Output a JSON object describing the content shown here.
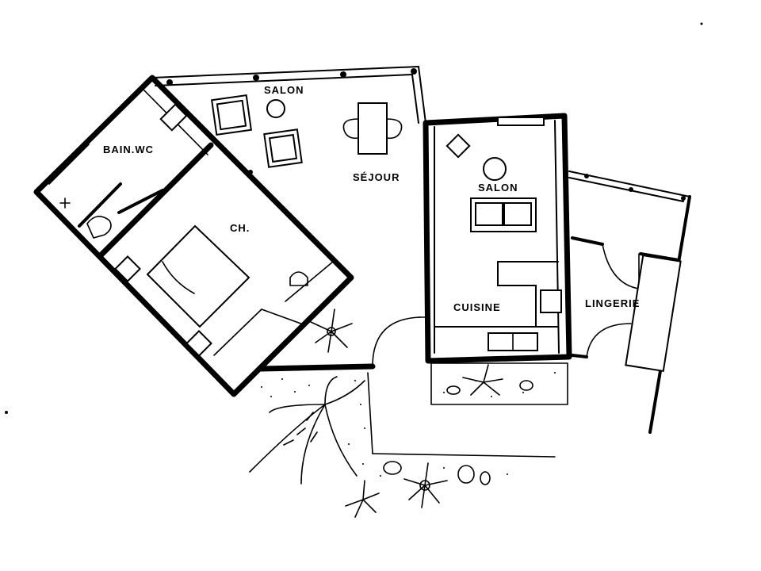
{
  "rooms": {
    "bain_wc": "BAIN.WC",
    "chambre": "CH.",
    "salon_top": "SALON",
    "sejour": "SÉJOUR",
    "salon_right": "SALON",
    "cuisine": "CUISINE",
    "lingerie": "LINGERIE"
  },
  "colors": {
    "ink": "#000000",
    "paper": "#ffffff"
  }
}
